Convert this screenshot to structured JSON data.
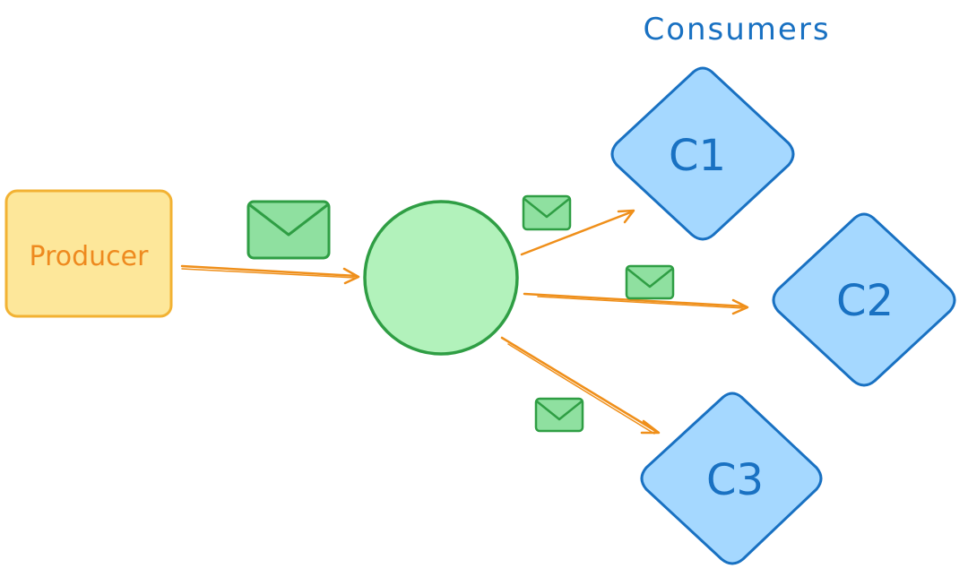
{
  "title": "Consumers",
  "producer": {
    "label": "Producer"
  },
  "consumers": [
    {
      "label": "C1"
    },
    {
      "label": "C2"
    },
    {
      "label": "C3"
    }
  ],
  "colors": {
    "producer_fill": "#fde79a",
    "producer_stroke": "#f2b233",
    "producer_text": "#ee8a1f",
    "arrow": "#ef8f1a",
    "exchange_fill": "#b2f2bb",
    "exchange_stroke": "#2f9e44",
    "envelope_fill": "#8fe0a0",
    "envelope_stroke": "#2f9e44",
    "consumer_fill": "#a5d8ff",
    "consumer_stroke": "#1971c2",
    "consumer_text": "#1971c2"
  }
}
